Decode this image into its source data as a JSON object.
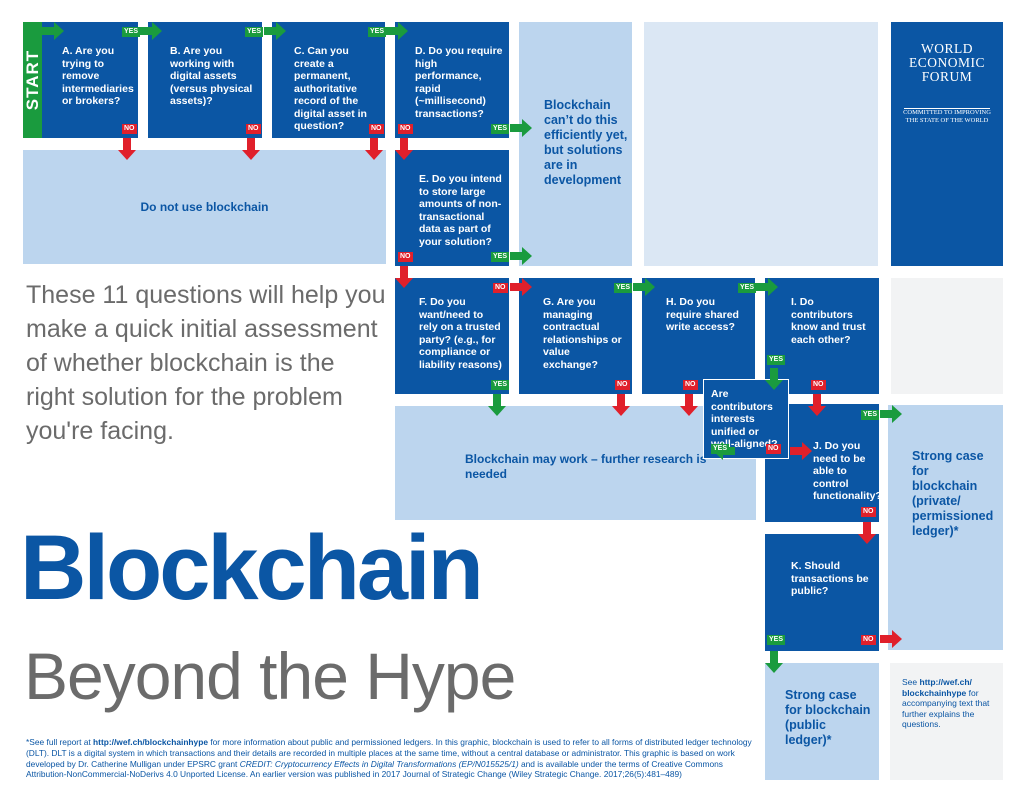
{
  "start_label": "START",
  "yes": "YES",
  "no": "NO",
  "questions": {
    "a": "A. Are you trying to remove intermediaries or brokers?",
    "b": "B. Are you working with digital assets (versus physical assets)?",
    "c": "C. Can you create a permanent, authoritative record of the digital asset in question?",
    "d": "D. Do you require high performance, rapid (~millisecond) transactions?",
    "e": "E. Do you intend to store large amounts of non-transactional data as part of your solution?",
    "f": "F. Do you want/need to rely on a trusted party? (e.g., for compliance or liability reasons)",
    "g": "G. Are you managing contractual relationships or value exchange?",
    "h": "H. Do you require shared write access?",
    "i": "I. Do contributors know and trust each other?",
    "aligned": "Are contributors interests unified or well-aligned?",
    "j": "J. Do you need to be able to control functionality?",
    "k": "K. Should transactions be public?"
  },
  "outcomes": {
    "do_not_use": "Do not use blockchain",
    "cant_yet": "Blockchain can’t do this efficiently yet, but solutions are in development",
    "may_work": "Blockchain may work – further research is needed",
    "private": "Strong case for blockchain (private/ permissioned ledger)*",
    "public": "Strong case for blockchain (public ledger)*"
  },
  "intro": "These 11 questions will help you make a quick initial assessment of whether blockchain is the right solution for the problem you're facing.",
  "title_line1": "Blockchain",
  "title_line2": "Beyond the Hype",
  "see_note": {
    "prefix": "See",
    "link": "http://wef.ch/ blockchainhype",
    "suffix": "for accompanying text that further explains the questions."
  },
  "footnote": {
    "part1": "*See full report at",
    "link": "http://wef.ch/blockchainhype",
    "part2": "for more information about public and permissioned ledgers. In this graphic, blockchain is used to refer to all forms of distributed ledger technology (DLT). DLT is a digital system in which transactions and their details are recorded in multiple places at the same time, without a central database or administrator. This graphic is based on work developed by Dr. Catherine Mulligan under EPSRC grant",
    "credit": "CREDIT: Cryptocurrency Effects in Digital Transformations (EP/N015525/1)",
    "part3": "and is available under the terms of Creative Commons Attribution-NonCommercial-NoDerivs 4.0 Unported License. An earlier version was published in 2017 Journal of Strategic Change (Wiley Strategic Change. 2017;26(5):481–489)"
  },
  "wef": {
    "line1": "WORLD",
    "line2": "ECONOMIC",
    "line3": "FORUM",
    "tagline": "COMMITTED TO IMPROVING THE STATE OF THE WORLD"
  },
  "colors": {
    "dark_blue": "#0b56a4",
    "light_blue": "#bcd5ee",
    "yes_green": "#1a9b3e",
    "no_red": "#e0202b",
    "grey_text": "#6b6b6b"
  }
}
